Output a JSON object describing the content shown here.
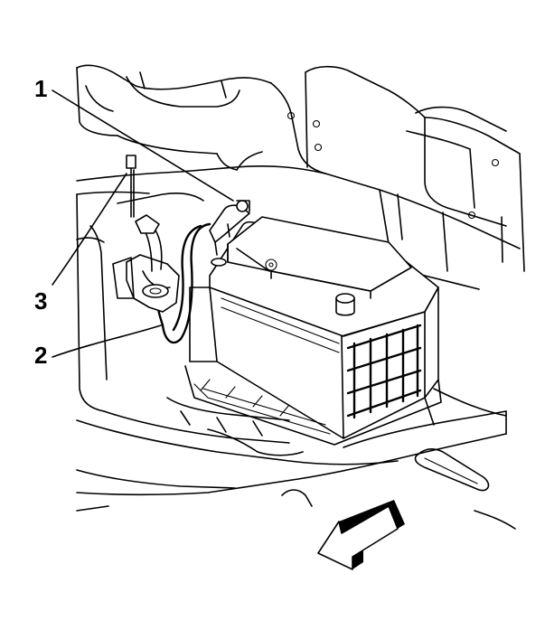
{
  "callouts": [
    {
      "id": "1",
      "label": "1"
    },
    {
      "id": "2",
      "label": "2"
    },
    {
      "id": "3",
      "label": "3"
    }
  ],
  "colors": {
    "ink": "#000000",
    "paper": "#ffffff"
  },
  "icons": [
    "forward-direction-arrow-icon"
  ]
}
